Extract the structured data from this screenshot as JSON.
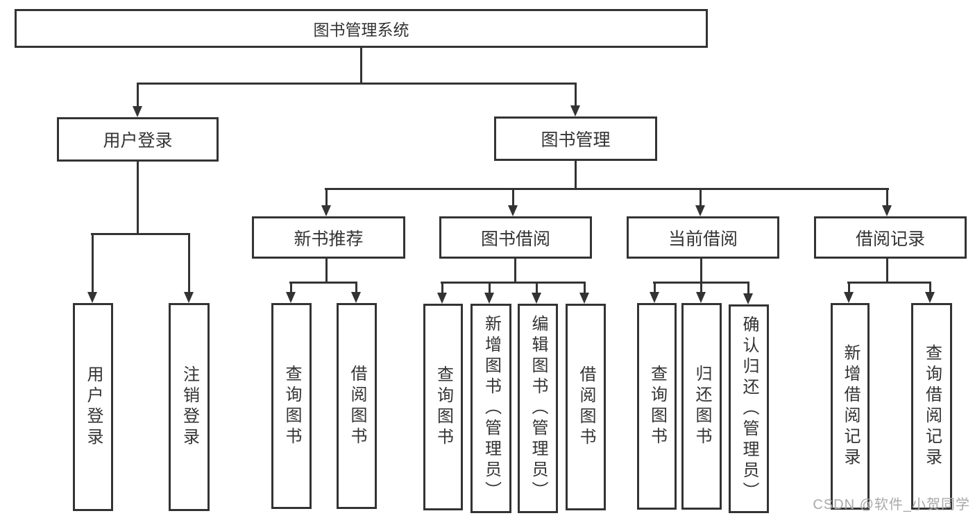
{
  "colors": {
    "line": "#333333",
    "text": "#333333",
    "box_bg": "#ffffff",
    "background": "#ffffff",
    "watermark": "#a9a9a9"
  },
  "nodes": {
    "root": {
      "label": "图书管理系统"
    },
    "user_login": {
      "label": "用户登录"
    },
    "book_mgmt": {
      "label": "图书管理"
    },
    "new_book_rec": {
      "label": "新书推荐"
    },
    "book_borrow": {
      "label": "图书借阅"
    },
    "current_borrow": {
      "label": "当前借阅"
    },
    "borrow_records": {
      "label": "借阅记录"
    },
    "leaf_user_login": {
      "label": "用户登录"
    },
    "leaf_logout": {
      "label": "注销登录"
    },
    "leaf_nb_query": {
      "label": "查询图书"
    },
    "leaf_nb_borrow": {
      "label": "借阅图书"
    },
    "leaf_bb_query": {
      "label": "查询图书"
    },
    "leaf_bb_add": {
      "label": "新增图书（管理员）"
    },
    "leaf_bb_edit": {
      "label": "编辑图书（管理员）"
    },
    "leaf_bb_borrow": {
      "label": "借阅图书"
    },
    "leaf_cb_query": {
      "label": "查询图书"
    },
    "leaf_cb_return": {
      "label": "归还图书"
    },
    "leaf_cb_confirm": {
      "label": "确认归还（管理员）"
    },
    "leaf_br_add": {
      "label": "新增借阅记录"
    },
    "leaf_br_query": {
      "label": "查询借阅记录"
    }
  },
  "watermark": {
    "text": "CSDN @软件_小贺同学"
  }
}
